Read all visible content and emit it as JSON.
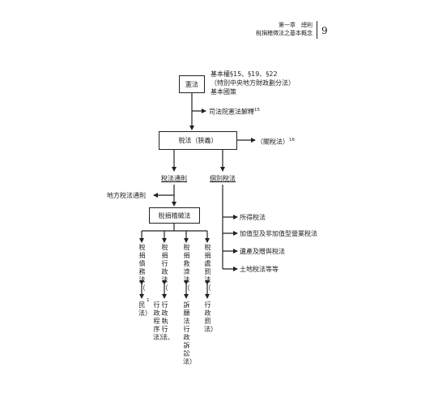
{
  "header": {
    "chapter": "第一章　總則",
    "title": "稅捐稽徵法之基本概念",
    "page_number": "9"
  },
  "diagram": {
    "constitution": "憲法",
    "constitution_notes": [
      "基本權§15、§19、§22",
      "（特別中央地方財政劃分法）",
      "基本國策"
    ],
    "interpretation": "司法院憲法解釋",
    "interpretation_note": "15",
    "tax_law": "稅法（狹義）",
    "tariff": "（關稅法）",
    "tariff_note": "16",
    "general_rules": "稅法通則",
    "individual_laws": "個別稅法",
    "local_general": "地方稅法通則",
    "collection_act": "稅捐稽徵法",
    "individual_list": [
      "所得稅法",
      "加值型及非加值型營業稅法",
      "遺產及贈與稅法",
      "土地稅法等等"
    ],
    "columns": [
      {
        "top": "稅捐債務法（",
        "bottom": "民法）",
        "note": "1"
      },
      {
        "top": "稅捐行政法（",
        "bottom": "行政執行法、行政程序法）",
        "note": ""
      },
      {
        "top": "稅捐救濟法（",
        "bottom": "訴願法行政訴訟法）",
        "note": ""
      },
      {
        "top": "稅捐處罰法（",
        "bottom": "行政罰法）",
        "note": ""
      }
    ]
  }
}
